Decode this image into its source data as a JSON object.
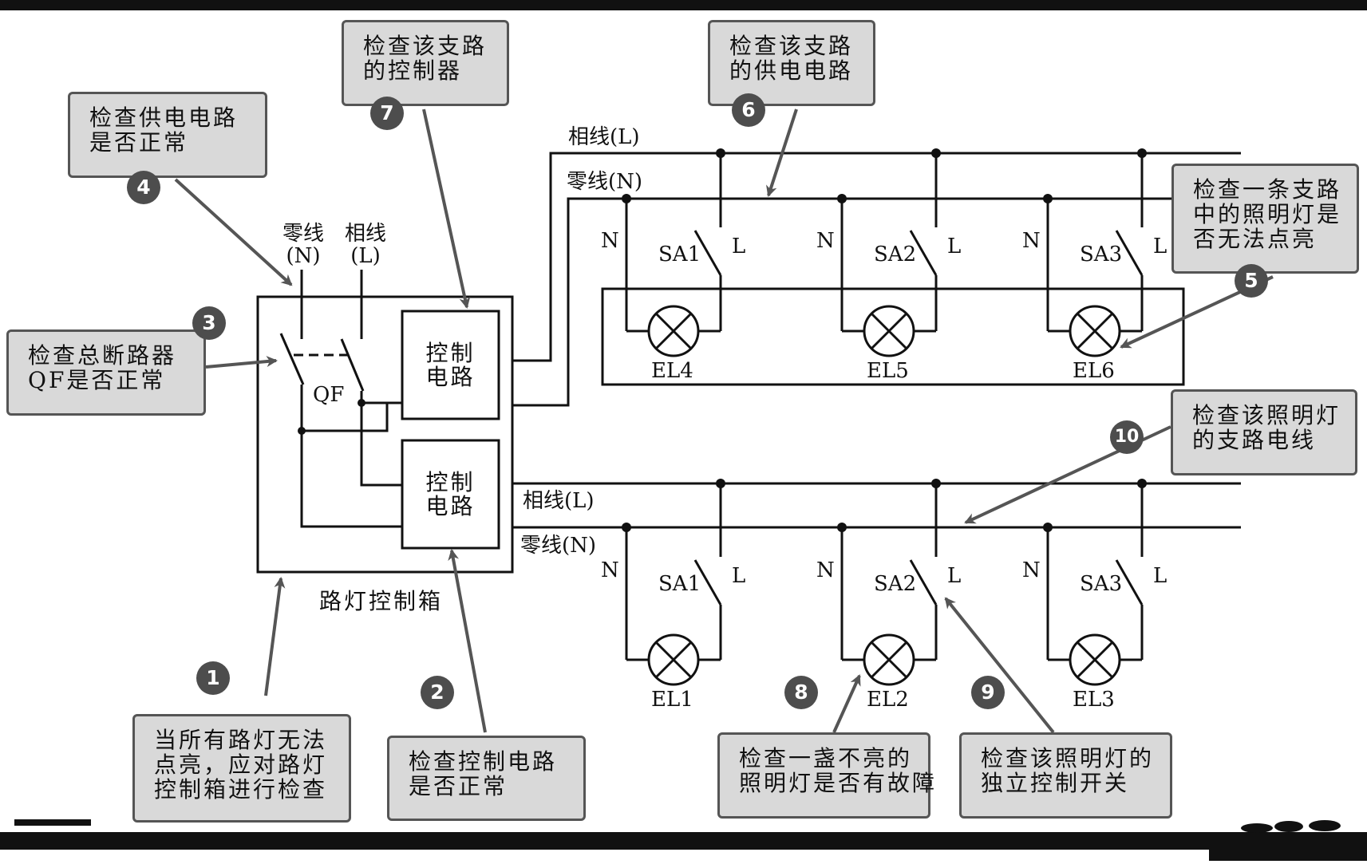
{
  "callouts": [
    {
      "num": "1",
      "text": "当所有路灯无法\n点亮，应对路灯\n控制箱进行检查"
    },
    {
      "num": "2",
      "text": "检查控制电路\n是否正常"
    },
    {
      "num": "3",
      "text": "检查总断路器\nQF是否正常"
    },
    {
      "num": "4",
      "text": "检查供电电路\n是否正常"
    },
    {
      "num": "5",
      "text": "检查一条支路\n中的照明灯是\n否无法点亮"
    },
    {
      "num": "6",
      "text": "检查该支路\n的供电电路"
    },
    {
      "num": "7",
      "text": "检查该支路\n的控制器"
    },
    {
      "num": "8",
      "text": "检查一盏不亮的\n照明灯是否有故障"
    },
    {
      "num": "9",
      "text": "检查该照明灯的\n独立控制开关"
    },
    {
      "num": "10",
      "text": "检查该照明灯\n的支路电线"
    }
  ],
  "control_box": {
    "title": "路灯控制箱",
    "breaker": "QF",
    "neutral_in": "零线\n(N)",
    "phase_in": "相线\n(L)",
    "control_upper": "控制\n电路",
    "control_lower": "控制\n电路"
  },
  "bus_labels": {
    "upper_phase": "相线(L)",
    "upper_neutral": "零线(N)",
    "lower_phase": "相线(L)",
    "lower_neutral": "零线(N)"
  },
  "terminal_n": "N",
  "terminal_l": "L",
  "upper_row": {
    "switches": [
      "SA1",
      "SA2",
      "SA3"
    ],
    "lamps": [
      "EL4",
      "EL5",
      "EL6"
    ]
  },
  "lower_row": {
    "switches": [
      "SA1",
      "SA2",
      "SA3"
    ],
    "lamps": [
      "EL1",
      "EL2",
      "EL3"
    ]
  }
}
